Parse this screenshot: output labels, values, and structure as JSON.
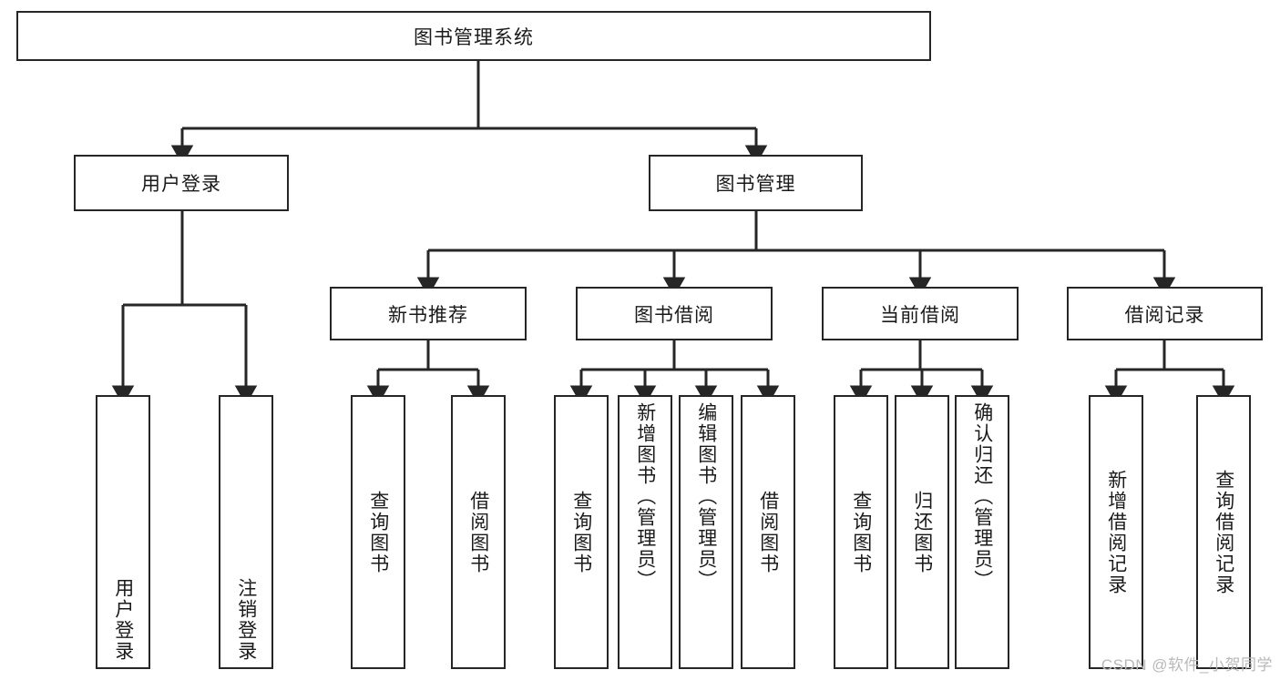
{
  "diagram": {
    "title": "图书管理系统",
    "type": "hierarchy-tree",
    "root": {
      "id": "root",
      "label": "图书管理系统"
    },
    "level2": [
      {
        "id": "user-login",
        "label": "用户登录"
      },
      {
        "id": "book-manage",
        "label": "图书管理"
      }
    ],
    "level3": [
      {
        "id": "new-book-rec",
        "label": "新书推荐"
      },
      {
        "id": "book-borrow",
        "label": "图书借阅"
      },
      {
        "id": "current-borrow",
        "label": "当前借阅"
      },
      {
        "id": "borrow-record",
        "label": "借阅记录"
      }
    ],
    "leaves": {
      "user_login": [
        {
          "id": "leaf-user-login",
          "label": "用户登录"
        },
        {
          "id": "leaf-logout",
          "label": "注销登录"
        }
      ],
      "new_book_rec": [
        {
          "id": "leaf-query-book-1",
          "label": "查询图书"
        },
        {
          "id": "leaf-borrow-book-1",
          "label": "借阅图书"
        }
      ],
      "book_borrow": [
        {
          "id": "leaf-query-book-2",
          "label": "查询图书"
        },
        {
          "id": "leaf-add-book",
          "label": "新增图书（管理员）"
        },
        {
          "id": "leaf-edit-book",
          "label": "编辑图书（管理员）"
        },
        {
          "id": "leaf-borrow-book-2",
          "label": "借阅图书"
        }
      ],
      "current_borrow": [
        {
          "id": "leaf-query-book-3",
          "label": "查询图书"
        },
        {
          "id": "leaf-return-book",
          "label": "归还图书"
        },
        {
          "id": "leaf-confirm-return",
          "label": "确认归还（管理员）"
        }
      ],
      "borrow_record": [
        {
          "id": "leaf-add-record",
          "label": "新增借阅记录"
        },
        {
          "id": "leaf-query-record",
          "label": "查询借阅记录"
        }
      ]
    }
  },
  "watermark": {
    "text": "CSDN @软件_小贺同学"
  },
  "colors": {
    "stroke": "#262626",
    "fill": "#ffffff",
    "text": "#1a1a1a",
    "watermark": "#b9b9b9"
  }
}
